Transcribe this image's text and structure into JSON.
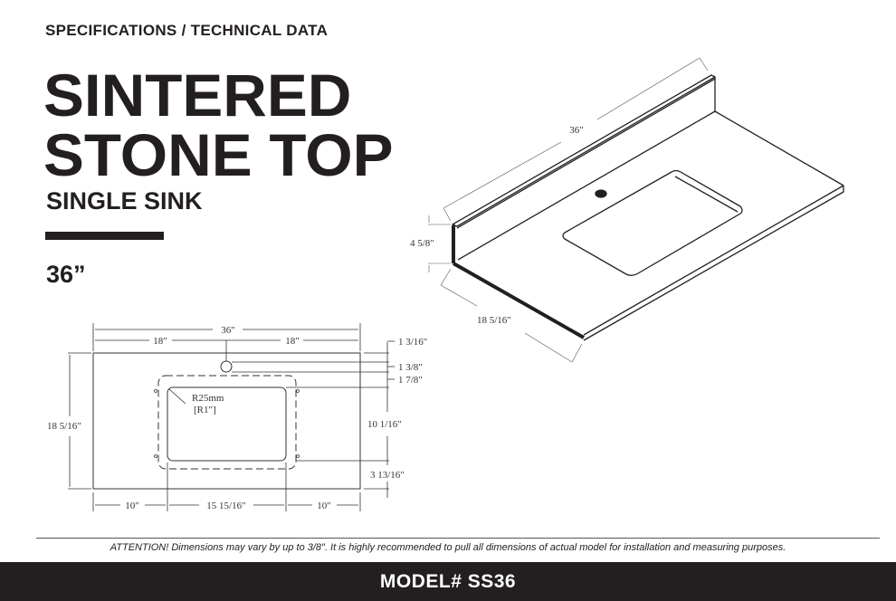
{
  "header": {
    "section_label": "SPECIFICATIONS / TECHNICAL DATA",
    "title_line1": "SINTERED",
    "title_line2": "STONE TOP",
    "subtitle": "SINGLE SINK",
    "size": "36”"
  },
  "plan_drawing": {
    "overall_width": "36″",
    "half_left": "18″",
    "half_right": "18″",
    "depth": "18 5/16″",
    "back_to_faucet": "1 3/16″",
    "faucet_hole": "1 3/8″",
    "faucet_to_sink": "1 7/8″",
    "sink_depth": "10 1/16″",
    "sink_to_front": "3 13/16″",
    "left_margin": "10″",
    "sink_width": "15 15/16″",
    "right_margin": "10″",
    "corner_radius_mm": "R25mm",
    "corner_radius_in": "[R1″]"
  },
  "iso_drawing": {
    "width": "36″",
    "backsplash_height": "4 5/8″",
    "depth": "18 5/16″"
  },
  "notice": "ATTENTION!  Dimensions may vary by up to 3/8″.  It is highly recommended to pull all dimensions of actual model for installation and measuring purposes.",
  "footer": {
    "model": "MODEL# SS36"
  }
}
